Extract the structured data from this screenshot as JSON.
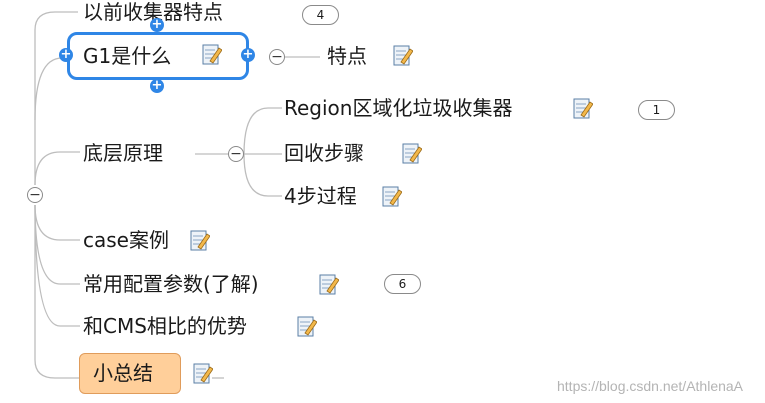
{
  "topics": {
    "prev_collectors": "以前收集器特点",
    "g1_what": "G1是什么",
    "features": "特点",
    "region": "Region区域化垃圾收集器",
    "bottom_principle": "底层原理",
    "recycle_steps": "回收步骤",
    "four_steps": "4步过程",
    "case_examples": "case案例",
    "common_params": "常用配置参数(了解)",
    "vs_cms": "和CMS相比的优势",
    "summary": "小总结"
  },
  "badges": {
    "prev_collectors_count": "4",
    "region_count": "1",
    "common_params_count": "6"
  },
  "controls": {
    "collapse_symbol": "−",
    "add_symbol": "+"
  },
  "icons": {
    "note": "note-icon"
  },
  "watermark": "https://blog.csdn.net/AthlenaA",
  "colors": {
    "selection": "#2f86e6",
    "summary_fill": "#ffcf9a",
    "summary_border": "#e09c5b",
    "line": "#bdbdbd"
  }
}
